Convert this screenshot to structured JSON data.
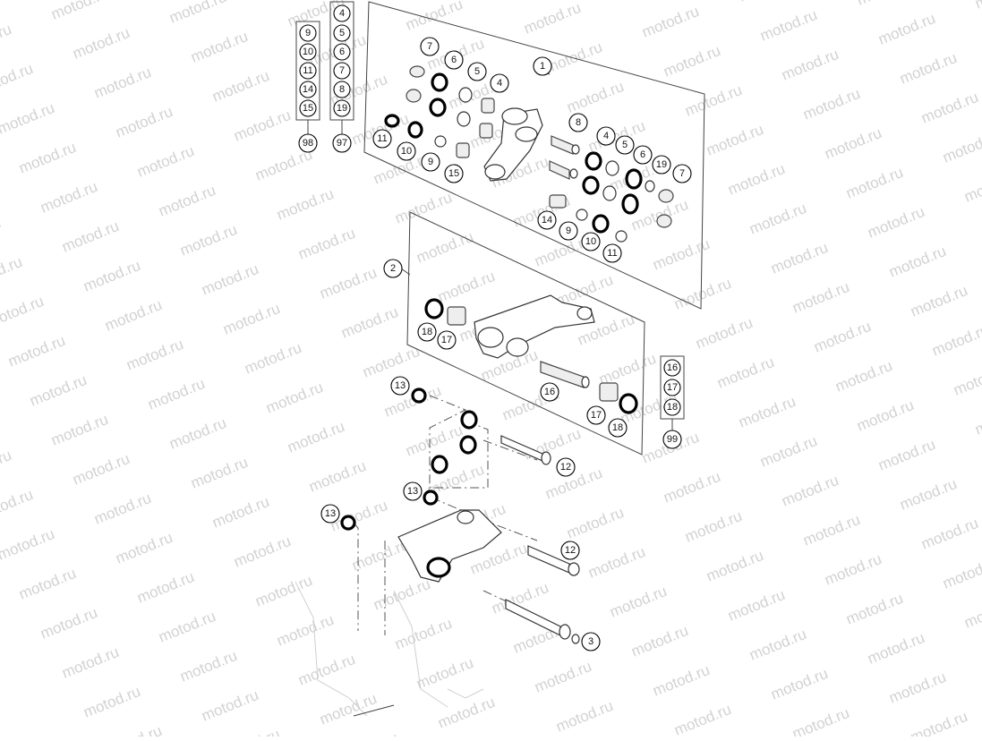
{
  "watermark": {
    "text": "motod.ru"
  },
  "kits": [
    {
      "kit_number": "98",
      "contents": [
        "9",
        "10",
        "11",
        "14",
        "15"
      ]
    },
    {
      "kit_number": "97",
      "contents": [
        "4",
        "5",
        "6",
        "7",
        "8",
        "19"
      ]
    },
    {
      "kit_number": "99",
      "contents": [
        "16",
        "17",
        "18"
      ]
    }
  ],
  "callouts": {
    "panel1": {
      "panel_label": "1",
      "left_group": [
        "7",
        "6",
        "5",
        "4",
        "11",
        "10",
        "9",
        "15"
      ],
      "right_group": [
        "8",
        "4",
        "5",
        "6",
        "19",
        "7",
        "14",
        "9",
        "10",
        "11"
      ]
    },
    "panel2": {
      "panel_label": "2",
      "items": [
        "18",
        "17",
        "16",
        "17",
        "18"
      ]
    },
    "assembly": [
      "13",
      "12",
      "13",
      "13",
      "12",
      "3"
    ]
  }
}
